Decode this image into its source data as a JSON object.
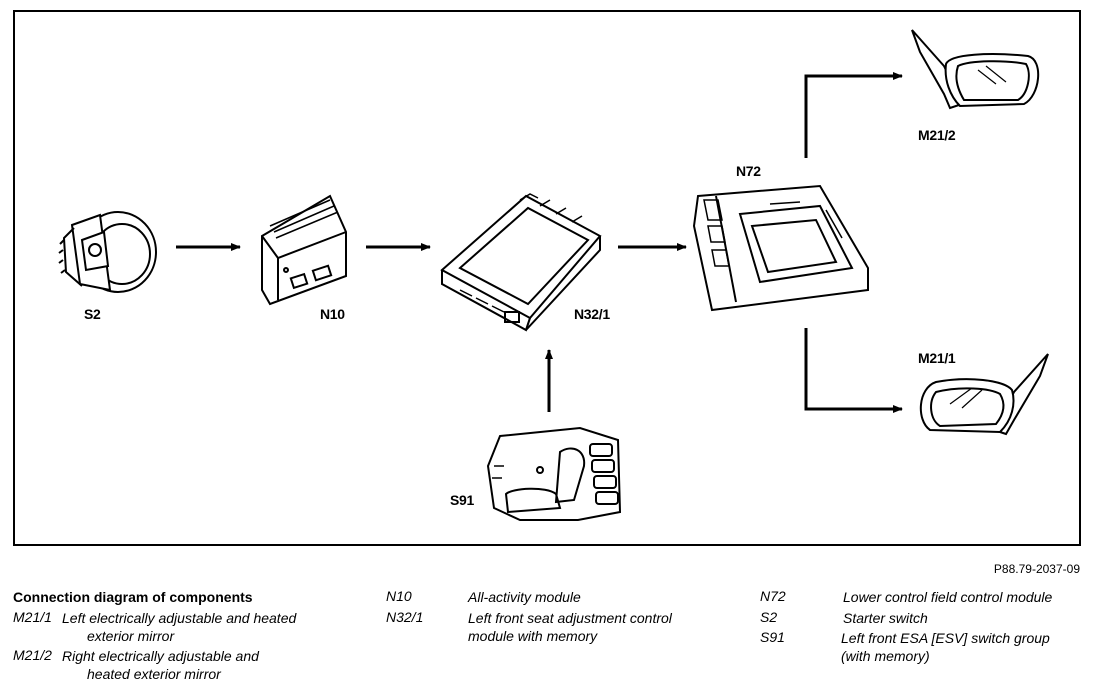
{
  "labels": {
    "s2": "S2",
    "n10": "N10",
    "n32_1": "N32/1",
    "n72": "N72",
    "m21_2": "M21/2",
    "m21_1": "M21/1",
    "s91": "S91"
  },
  "figure_ref": "P88.79-2037-09",
  "legend": {
    "title": "Connection diagram of components",
    "m21_1_code": "M21/1",
    "m21_1_text_a": "Left electrically adjustable and heated",
    "m21_1_text_b": "exterior mirror",
    "m21_2_code": "M21/2",
    "m21_2_text_a": "Right electrically adjustable and",
    "m21_2_text_b": "heated exterior mirror",
    "n10_code": "N10",
    "n10_text": "All-activity module",
    "n32_1_code": "N32/1",
    "n32_1_text_a": "Left front seat adjustment control",
    "n32_1_text_b": "module with memory",
    "n72_code": "N72",
    "n72_text": "Lower control field control module",
    "s2_code": "S2",
    "s2_text": "Starter switch",
    "s91_code": "S91",
    "s91_text_a": "Left front ESA [ESV] switch group",
    "s91_text_b": "(with memory)"
  }
}
